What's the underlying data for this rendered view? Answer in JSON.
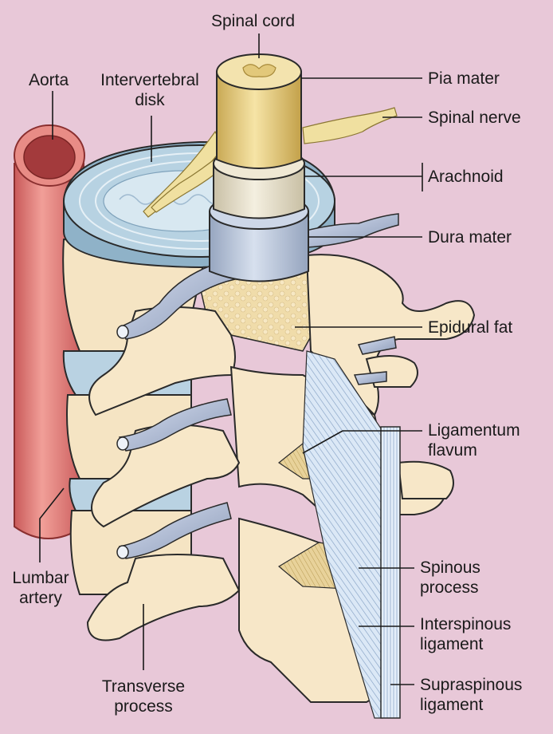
{
  "colors": {
    "background": "#e8c8d8",
    "bone": "#f7e7c8",
    "bone_outline": "#2a2a2a",
    "cord": "#e9d08a",
    "pia": "#d9bf6c",
    "arachnoid": "#e8e0c8",
    "dura": "#b8c4d8",
    "disk": "#a9c8d8",
    "aorta": "#e07a78",
    "fat": "#ecd9a8",
    "ligament": "#c9dcf0",
    "leader": "#1a1a1a"
  },
  "labels": {
    "spinal_cord": "Spinal cord",
    "aorta": "Aorta",
    "intervertebral_disk_1": "Intervertebral",
    "intervertebral_disk_2": "disk",
    "pia_mater": "Pia mater",
    "spinal_nerve": "Spinal nerve",
    "arachnoid": "Arachnoid",
    "dura_mater": "Dura mater",
    "epidural_fat": "Epidural fat",
    "ligamentum_flavum_1": "Ligamentum",
    "ligamentum_flavum_2": "flavum",
    "lumbar_artery_1": "Lumbar",
    "lumbar_artery_2": "artery",
    "spinous_process_1": "Spinous",
    "spinous_process_2": "process",
    "interspinous_ligament_1": "Interspinous",
    "interspinous_ligament_2": "ligament",
    "transverse_process_1": "Transverse",
    "transverse_process_2": "process",
    "supraspinous_ligament_1": "Supraspinous",
    "supraspinous_ligament_2": "ligament"
  }
}
